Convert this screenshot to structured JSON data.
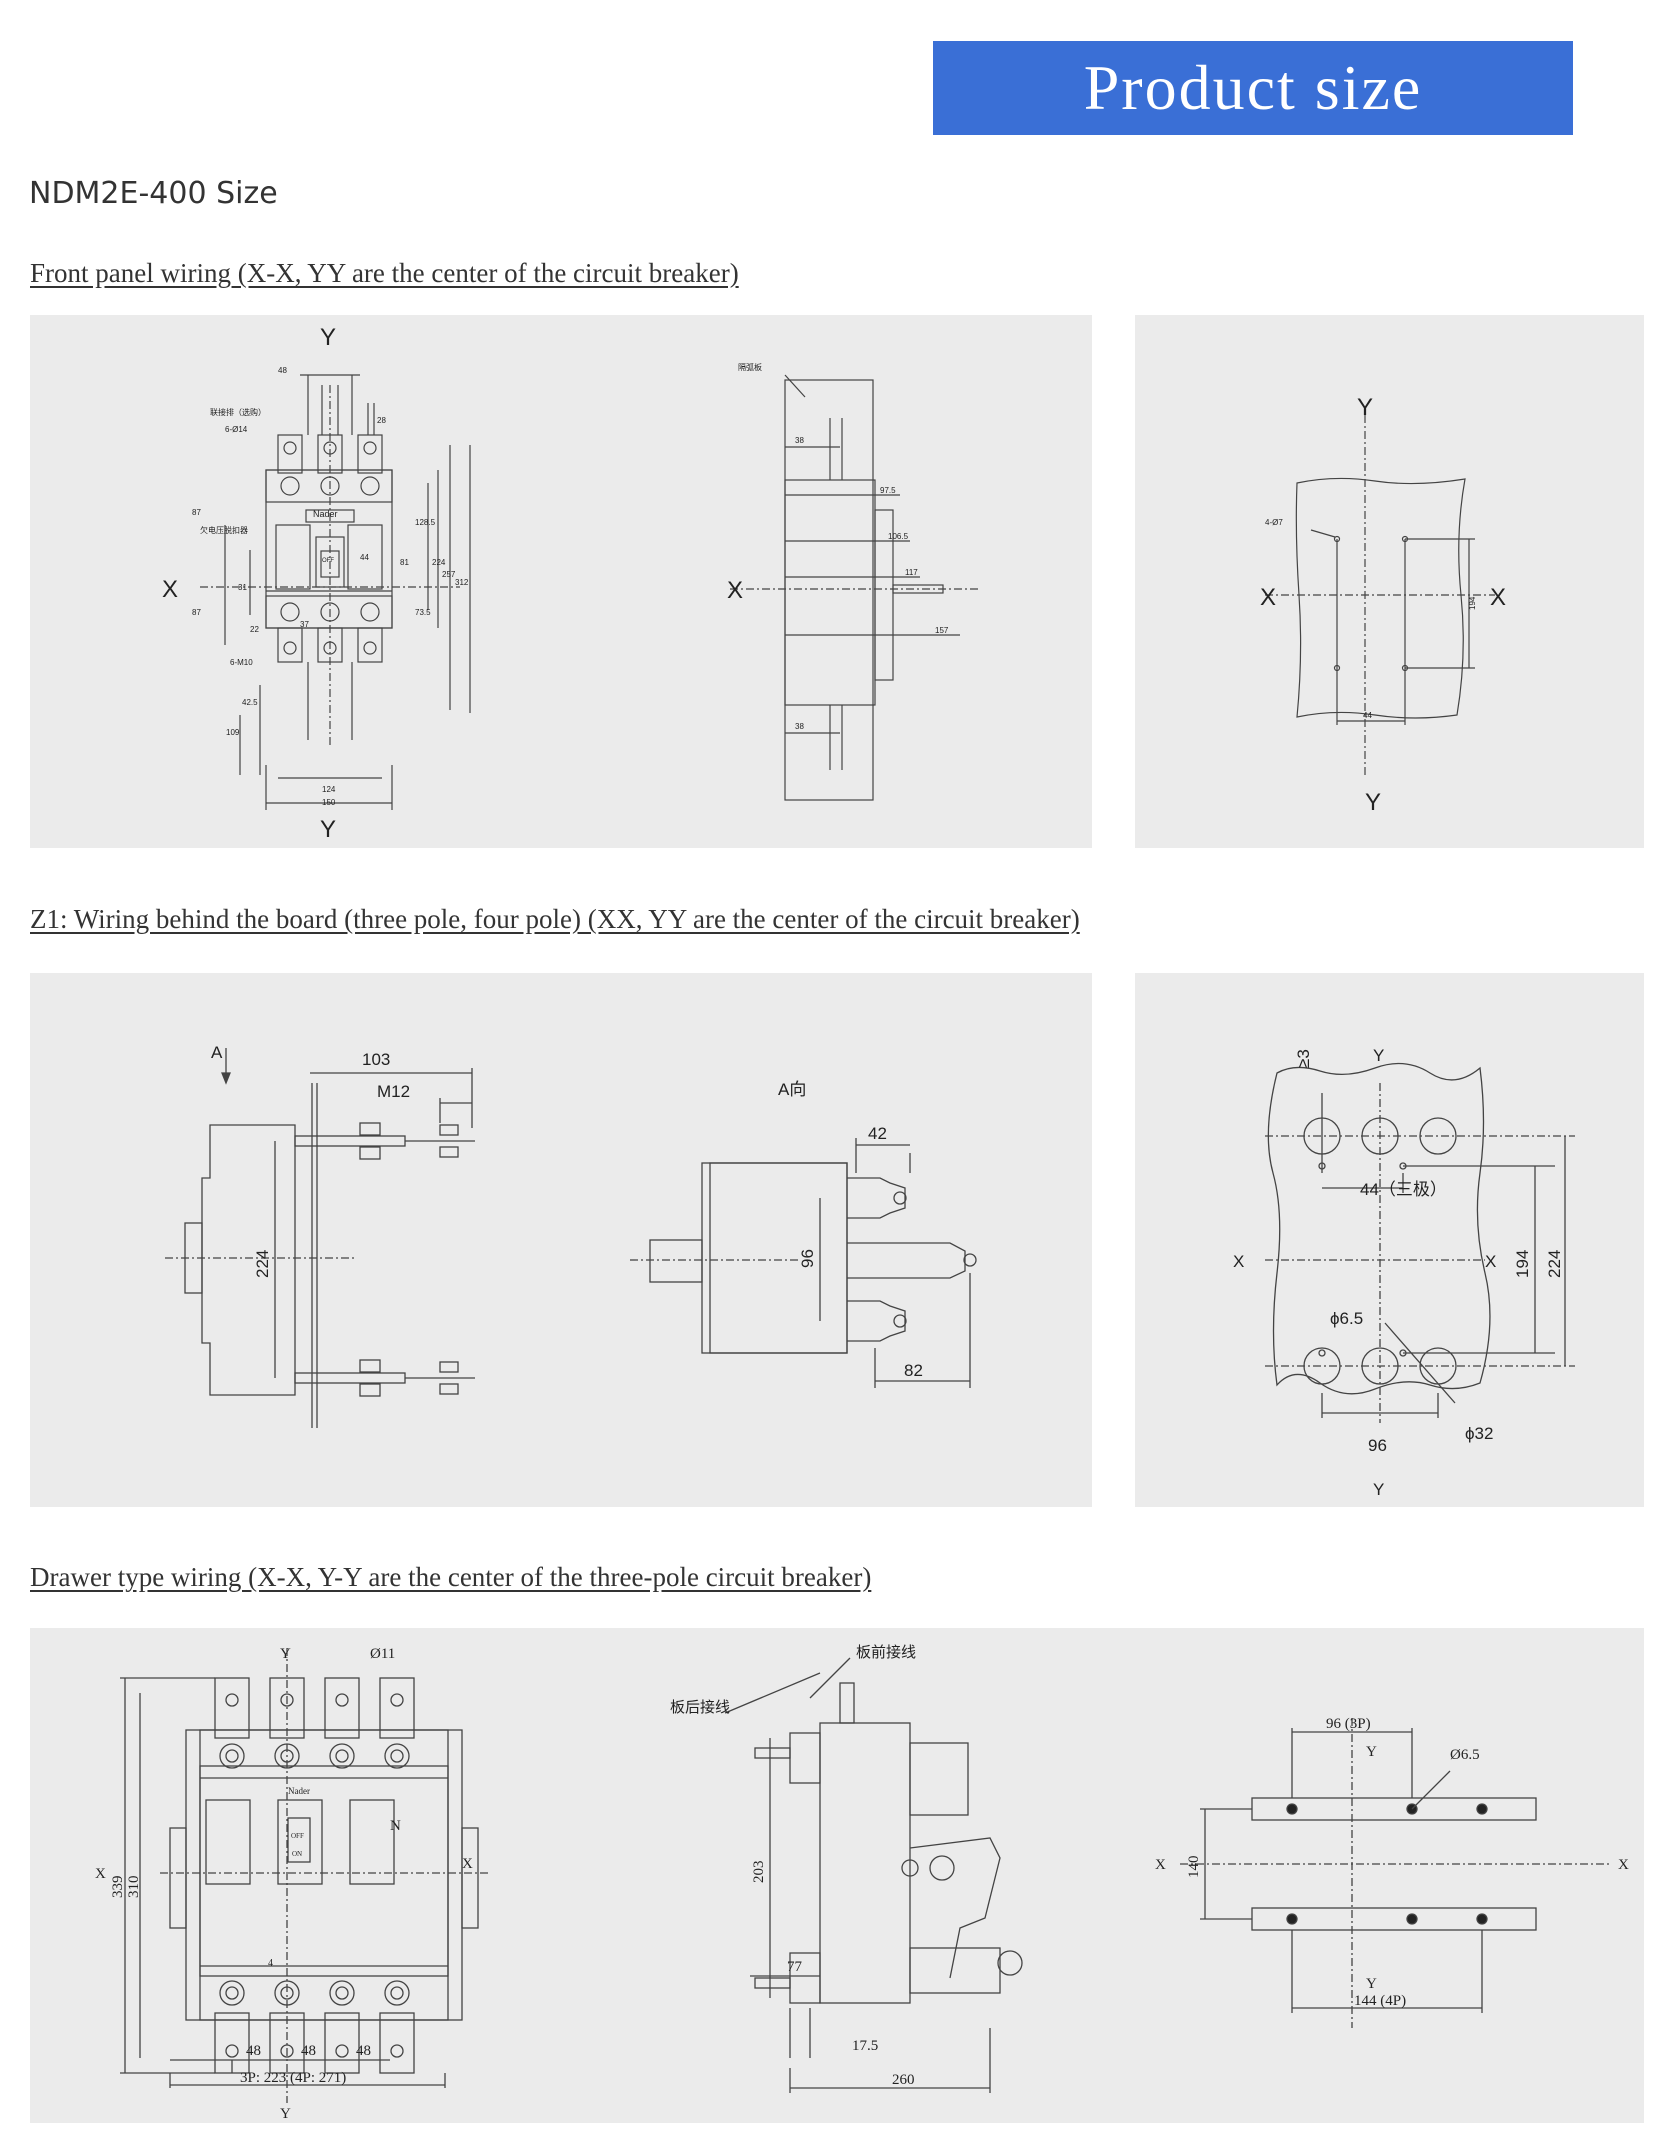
{
  "banner": {
    "title": "Product size"
  },
  "model_title": "NDM2E-400 Size",
  "sections": {
    "front": "Front panel wiring (X-X, YY are the center of the circuit breaker)",
    "z1": "Z1: Wiring behind the board (three pole, four pole) (XX, YY are the center of the circuit breaker)",
    "drawer": "Drawer type wiring (X-X, Y-Y are the center of the three-pole circuit breaker)"
  },
  "front_panel": {
    "front_view": {
      "axis_y": "Y",
      "axis_x": "X",
      "label_link": "联接排（选购）",
      "label_hole": "6-Ø14",
      "label_aux": "欠电压脱扣器",
      "label_screw": "6-M10",
      "brand": "Nader",
      "handle_off": "OFF",
      "dims": {
        "d48": "48",
        "d28": "28",
        "d87a": "87",
        "d87b": "87",
        "d31": "31",
        "d22": "22",
        "d37": "37",
        "d44": "44",
        "d128": "128.5",
        "d81": "81",
        "d73": "73.5",
        "d224": "224",
        "d257": "257",
        "d312": "312",
        "d425": "42.5",
        "d109": "109",
        "d124": "124",
        "d150": "150"
      }
    },
    "side_view": {
      "axis_x": "X",
      "label_plate": "隔弧板",
      "dims": {
        "d38a": "38",
        "d975": "97.5",
        "d1065": "106.5",
        "d117": "117",
        "d157": "157",
        "d38b": "38"
      }
    },
    "drilling": {
      "axis_y_top": "Y",
      "axis_y_bottom": "Y",
      "axis_x_left": "X",
      "axis_x_right": "X",
      "hole": "4-Ø7",
      "d194": "194",
      "d44": "44"
    }
  },
  "z1": {
    "side_view": {
      "arrow": "A",
      "d103": "103",
      "m12": "M12",
      "d224": "224"
    },
    "view_a": {
      "title": "A向",
      "d42": "42",
      "d96": "96",
      "d82": "82"
    },
    "drilling": {
      "ge3": "≥3",
      "axis_y_top": "Y",
      "axis_y_bottom": "Y",
      "axis_x_left": "X",
      "axis_x_right": "X",
      "d44": "44（三极）",
      "d194": "194",
      "d224": "224",
      "phi65": "ϕ6.5",
      "phi32": "ϕ32",
      "d96": "96"
    }
  },
  "drawer": {
    "front_view": {
      "axis_y_top": "Y",
      "axis_y_bottom": "Y",
      "axis_x_left": "X",
      "axis_x_right": "X",
      "phi11": "Ø11",
      "d339": "339",
      "d310": "310",
      "d48a": "48",
      "d48b": "48",
      "d48c": "48",
      "width": "3P: 223 (4P: 271)",
      "n_label": "N",
      "brand": "Nader",
      "off": "OFF",
      "on": "ON",
      "pole4": "4"
    },
    "side_view": {
      "front_wire": "板前接线",
      "back_wire": "板后接线",
      "d203": "203",
      "d77": "77",
      "d175": "17.5",
      "d260": "260"
    },
    "drilling": {
      "d96": "96 (3P)",
      "axis_y_top": "Y",
      "axis_y_bottom": "Y",
      "axis_x_left": "X",
      "axis_x_right": "X",
      "phi65": "Ø6.5",
      "d140": "140",
      "d144": "144 (4P)"
    }
  },
  "colors": {
    "banner": "#3a6fd6",
    "panel": "#ebebeb",
    "line": "#333333"
  }
}
